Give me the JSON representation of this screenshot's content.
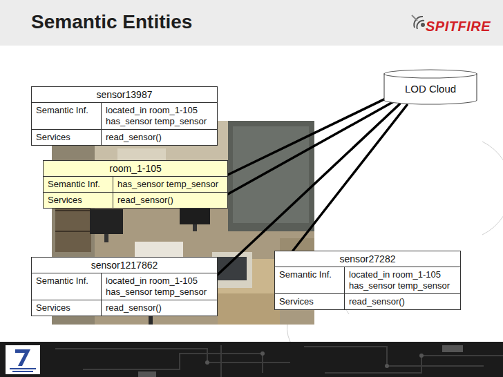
{
  "diagram": {
    "title": "Semantic Entities",
    "nodes": [
      {
        "text": [
          "sensor13987",
          "Semantic Inf.",
          "located_in room_1-105",
          "has_sensor temp_sensor",
          "Services",
          "read_sensor()"
        ]
      },
      {
        "text": [
          "LOD Cloud"
        ]
      },
      {
        "text": [
          "room_1-105",
          "Semantic Inf.",
          "has_sensor temp_sensor",
          "Services",
          "read_sensor()"
        ]
      },
      {
        "text": [
          "sensor1217862",
          "Semantic Inf.",
          "located_in room_1-105",
          "has_sensor temp_sensor",
          "Services",
          "read_sensor()"
        ]
      },
      {
        "text": [
          "sensor27282",
          "Semantic Inf.",
          "located_in room_1-105",
          "has_sensor temp_sensor",
          "Services",
          "read_sensor()"
        ]
      }
    ],
    "edges": [
      {
        "from": 1,
        "to": 2,
        "arrow": "none"
      },
      {
        "from": 1,
        "to": 2,
        "arrow": "none"
      },
      {
        "from": 1,
        "to": 3,
        "arrow": "none"
      },
      {
        "from": 1,
        "to": 4,
        "arrow": "none"
      }
    ],
    "labels": [
      "SPITFIRE"
    ]
  }
}
